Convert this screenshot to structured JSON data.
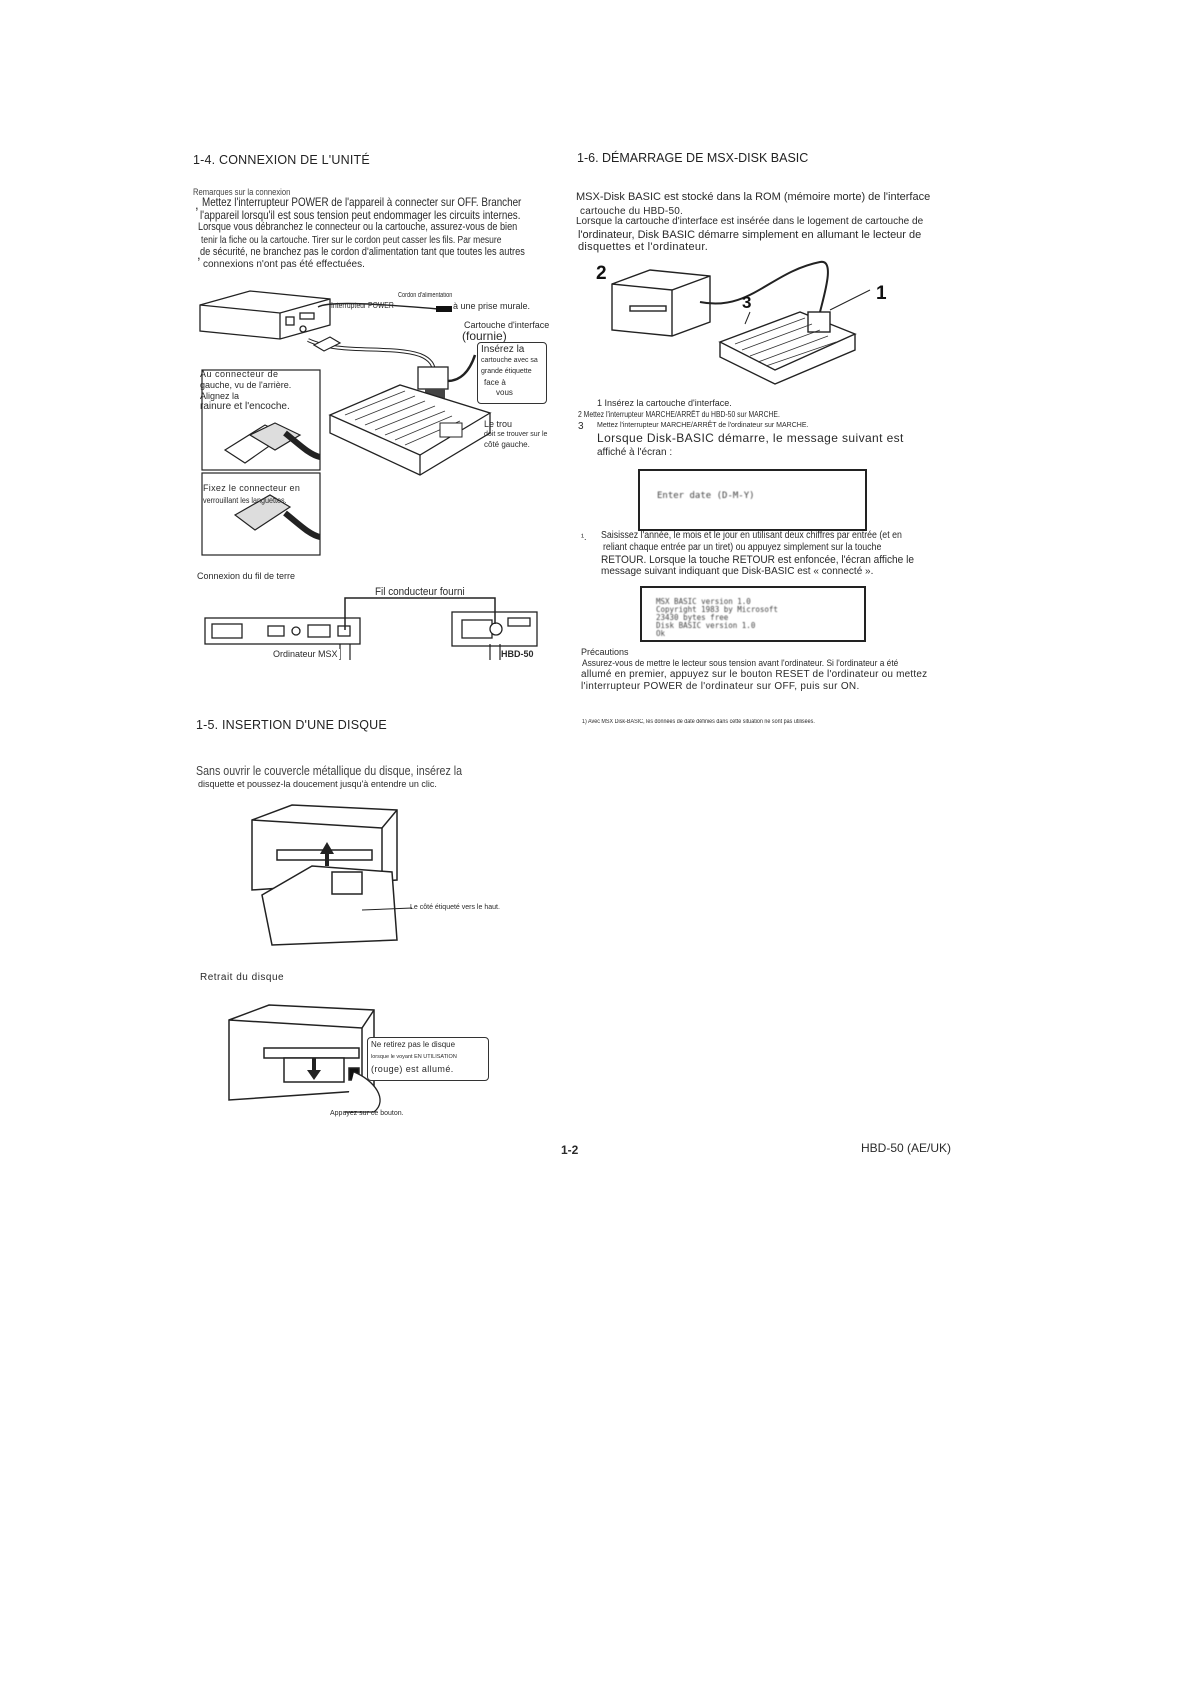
{
  "left": {
    "connexion": {
      "title": "1-4. CONNEXION DE L'UNITÉ",
      "notes_label": "Remarques sur la connexion",
      "note1_line1": "Mettez l'interrupteur POWER de l'appareil à connecter sur OFF. Brancher",
      "note1_line2": "l'appareil lorsqu'il est sous tension peut endommager les circuits internes.",
      "note1_line3": "Lorsque vous débranchez le connecteur ou la cartouche, assurez-vous de bien",
      "note1_line4": "tenir la fiche ou la cartouche. Tirer sur le cordon peut casser les fils. Par mesure",
      "note2_line1": "de sécurité, ne branchez pas le cordon d'alimentation tant que toutes les autres",
      "note2_line2": "connexions n'ont pas été effectuées.",
      "label_power_switch": "Interrupteur POWER",
      "label_power_cord": "Cordon d'alimentation",
      "label_wall_outlet": "à une prise murale.",
      "label_interface_cartridge": "Cartouche d'interface",
      "label_supplied": "(fournie)",
      "callout_insert_1": "Insérez la",
      "callout_insert_2": "cartouche avec sa",
      "callout_insert_3": "grande étiquette",
      "callout_insert_4": "face à",
      "callout_insert_5": "vous",
      "label_connector_1": "Au connecteur de",
      "label_connector_2": "gauche, vu de l'arrière.",
      "label_connector_3": "Alignez la",
      "label_connector_4": "rainure et l'encoche.",
      "label_hole_1": "Le trou",
      "label_hole_2": "doit se trouver sur le",
      "label_hole_3": "côté gauche.",
      "label_fix_1": "Fixez le connecteur en",
      "label_fix_2": "verrouillant les languettes.",
      "ground_title": "Connexion du fil de terre",
      "label_ground_wire": "Fil conducteur fourni",
      "label_msx_computer": "Ordinateur MSX",
      "label_hbd": "HBD-50"
    },
    "insertion": {
      "title": "1-5. INSERTION D'UNE DISQUE",
      "intro_line1": "Sans ouvrir le couvercle métallique du disque, insérez la",
      "intro_line2": "disquette et poussez-la doucement jusqu'à entendre un clic.",
      "label_side_up": "Le côté étiqueté vers le haut.",
      "removal_title": "Retrait du disque",
      "callout_1": "Ne retirez pas le disque",
      "callout_2": "lorsque le voyant EN UTILISATION",
      "callout_3": "(rouge) est allumé.",
      "label_press": "Appuyez sur ce bouton."
    }
  },
  "right": {
    "startup": {
      "title": "1-6. DÉMARRAGE DE MSX-DISK BASIC",
      "intro_line1": "MSX-Disk BASIC est stocké dans la ROM (mémoire morte) de l'interface",
      "intro_line2": "cartouche du HBD-50.",
      "intro_line3": "Lorsque la cartouche d'interface est insérée dans le logement de cartouche de",
      "intro_line4": "l'ordinateur, Disk BASIC démarre simplement en allumant le lecteur de",
      "intro_line5": "disquettes et l'ordinateur.",
      "fig_num_1": "1",
      "fig_num_2": "2",
      "fig_num_3": "3",
      "step1": "1 Insérez la cartouche d'interface.",
      "step2": "2 Mettez l'interrupteur MARCHE/ARRÊT du HBD-50 sur MARCHE.",
      "step3_num": "3",
      "step3": "Mettez l'interrupteur MARCHE/ARRÊT de l'ordinateur sur MARCHE.",
      "message_line1": "Lorsque Disk-BASIC démarre, le message suivant est",
      "message_line2": "affiché à l'écran :",
      "screen1_text": "Enter date (D-M-Y)",
      "step4_marker": "¹.",
      "step4_line1": "Saisissez l'année, le mois et le jour en utilisant deux chiffres par entrée (et en",
      "step4_line2": "reliant chaque entrée par un tiret) ou appuyez simplement sur la touche",
      "step4_line3": "RETOUR. Lorsque la touche RETOUR est enfoncée, l'écran affiche le",
      "step4_line4": "message suivant indiquant que Disk-BASIC est « connecté ».",
      "screen2_line1": "MSX BASIC version 1.0",
      "screen2_line2": "Copyright 1983 by Microsoft",
      "screen2_line3": "23430 bytes free",
      "screen2_line4": "Disk BASIC version 1.0",
      "screen2_line5": "Ok",
      "precautions_title": "Précautions",
      "precautions_line1": "Assurez-vous de mettre le lecteur sous tension avant l'ordinateur. Si l'ordinateur a été",
      "precautions_line2": "allumé en premier, appuyez sur le bouton RESET de l'ordinateur ou mettez",
      "precautions_line3": "l'interrupteur POWER de l'ordinateur sur OFF, puis sur ON.",
      "footnote": "1) Avec MSX Disk-BASIC, les données de date définies dans cette situation ne sont pas utilisées."
    }
  },
  "footer": {
    "page_number": "1-2",
    "model": "HBD-50 (AE/UK)"
  }
}
